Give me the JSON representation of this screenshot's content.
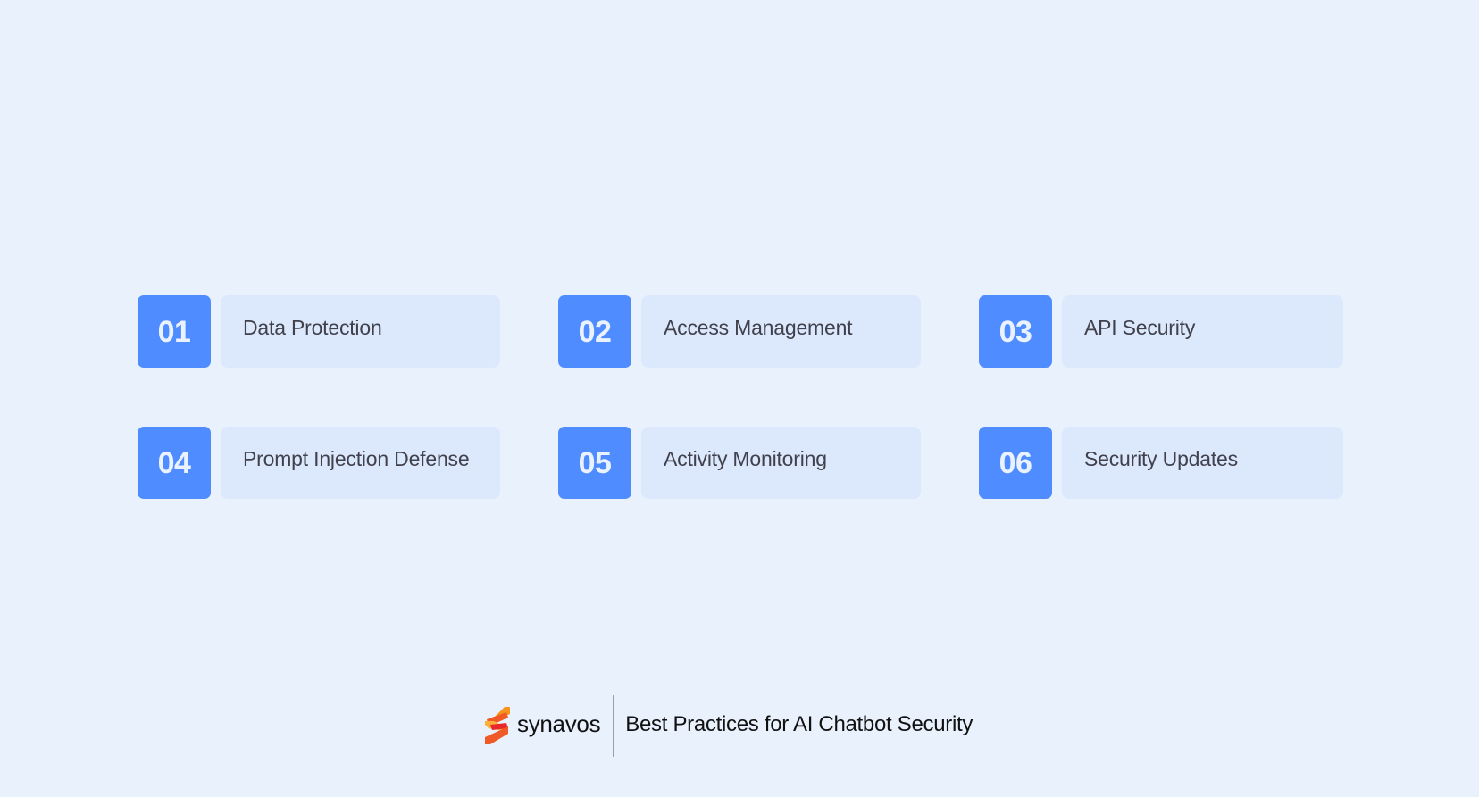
{
  "colors": {
    "background": "#e9f1fd",
    "number_box": "#4f8cff",
    "number_text": "#eaf2ff",
    "label_card": "#dce9fd",
    "label_text": "#41414c",
    "footer_text": "#111111",
    "divider": "#9a9ea6"
  },
  "items": [
    {
      "number": "01",
      "label": "Data Protection"
    },
    {
      "number": "02",
      "label": "Access Management"
    },
    {
      "number": "03",
      "label": "API Security"
    },
    {
      "number": "04",
      "label": "Prompt Injection Defense"
    },
    {
      "number": "05",
      "label": "Activity Monitoring"
    },
    {
      "number": "06",
      "label": "Security Updates"
    }
  ],
  "footer": {
    "logo_icon": "synavos-s-logo-icon",
    "brand_name": "synavos",
    "title": "Best Practices for AI Chatbot Security"
  }
}
